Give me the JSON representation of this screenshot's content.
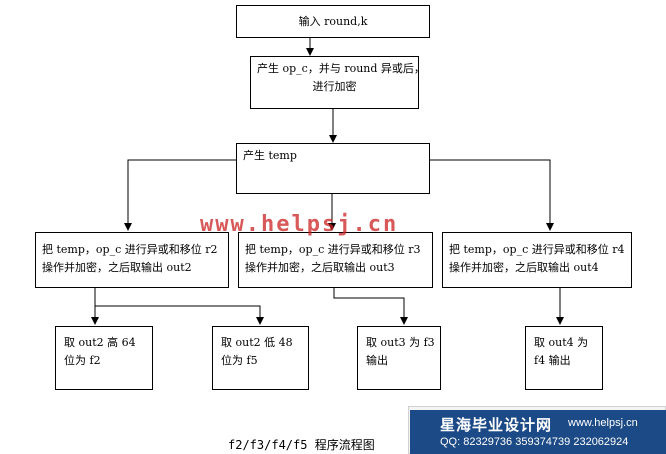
{
  "nodes": {
    "input": {
      "lines": [
        "输入 round,k"
      ]
    },
    "generate_op": {
      "lines": [
        "产生 op_c，并与 round 异或后，",
        "进行加密"
      ]
    },
    "generate_temp": {
      "lines": [
        "产生 temp"
      ]
    },
    "branch_r2": {
      "lines": [
        "把 temp，op_c 进行异或和移位 r2",
        "操作并加密，之后取输出 out2"
      ]
    },
    "branch_r3": {
      "lines": [
        "把 temp，op_c 进行异或和移位 r3",
        "操作并加密，之后取输出 out3"
      ]
    },
    "branch_r4": {
      "lines": [
        "把 temp，op_c 进行异或和移位 r4",
        "操作并加密，之后取输出 out4"
      ]
    },
    "f2": {
      "lines": [
        "取  out2  高  64",
        "位为 f2"
      ]
    },
    "f5": {
      "lines": [
        "取  out2  低  48",
        "位为 f5"
      ]
    },
    "f3": {
      "lines": [
        "取 out3 为 f3",
        "输出"
      ]
    },
    "f4": {
      "lines": [
        "取 out4 为",
        "f4 输出"
      ]
    }
  },
  "edges": [
    {
      "from": "input",
      "to": "generate_op"
    },
    {
      "from": "generate_op",
      "to": "generate_temp"
    },
    {
      "from": "generate_temp",
      "to": "branch_r2"
    },
    {
      "from": "generate_temp",
      "to": "branch_r3"
    },
    {
      "from": "generate_temp",
      "to": "branch_r4"
    },
    {
      "from": "branch_r2",
      "to": "f2"
    },
    {
      "from": "branch_r2",
      "to": "f5"
    },
    {
      "from": "branch_r3",
      "to": "f3"
    },
    {
      "from": "branch_r4",
      "to": "f4"
    }
  ],
  "caption": "f2/f3/f4/f5 程序流程图",
  "watermark": "www.helpsj.cn",
  "banner": {
    "name": "星海毕业设计网",
    "url": "www.helpsj.cn",
    "qq": "QQ: 82329736  359374739  232062924"
  }
}
